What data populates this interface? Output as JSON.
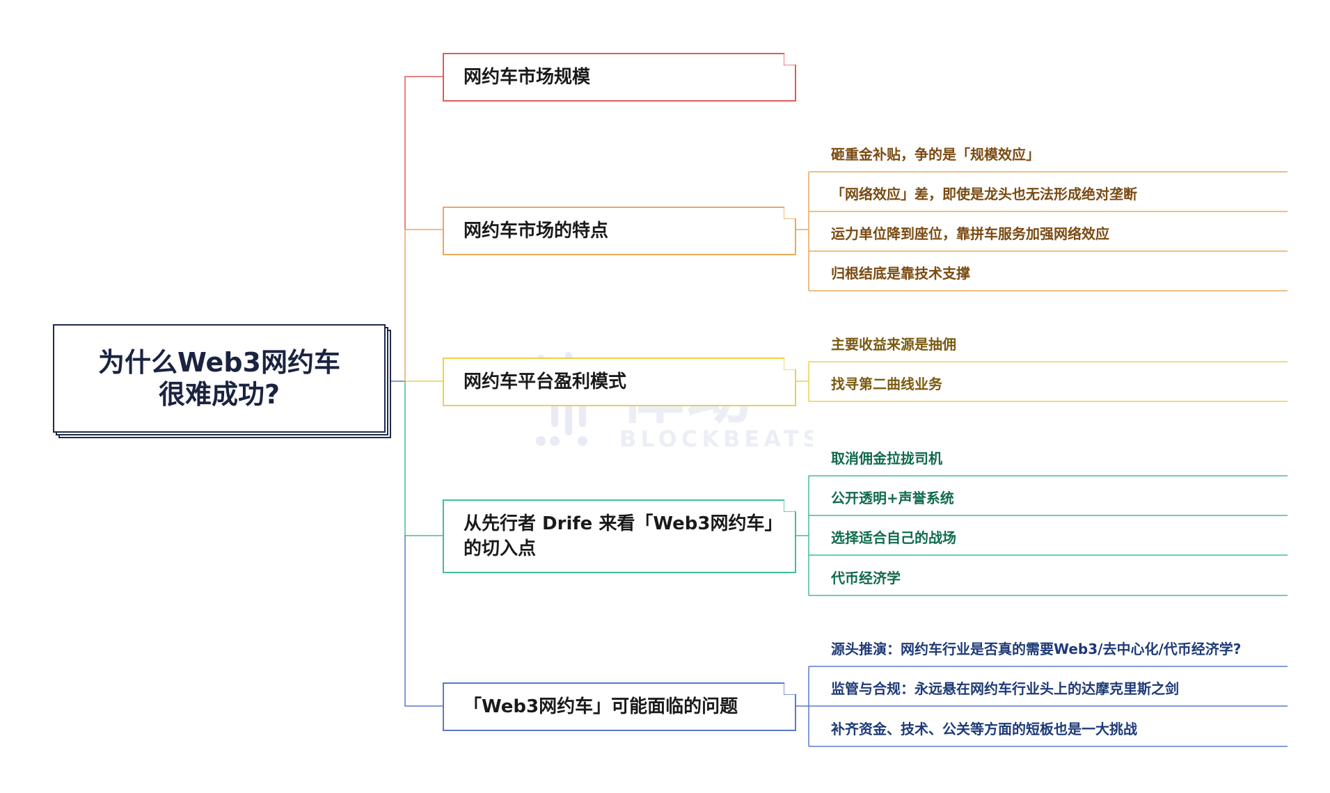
{
  "root": {
    "line1": "为什么Web3网约车",
    "line2": "很难成功?"
  },
  "branches": [
    {
      "label": "网约车市场规模",
      "color": "#e05a5a",
      "leaves": []
    },
    {
      "label": "网约车市场的特点",
      "color": "#e8a95a",
      "leaves": [
        "砸重金补贴，争的是「规模效应」",
        "「网络效应」差，即使是龙头也无法形成绝对垄断",
        "运力单位降到座位，靠拼车服务加强网络效应",
        "归根结底是靠技术支撑"
      ],
      "leaf_text_color": "#7a4a12"
    },
    {
      "label": "网约车平台盈利模式",
      "color": "#e8d24a",
      "leaves": [
        "主要收益来源是抽佣",
        "找寻第二曲线业务"
      ],
      "leaf_text_color": "#7a5a10"
    },
    {
      "label_line1": "从先行者 Drife 来看「Web3网约车」",
      "label_line2": "的切入点",
      "color": "#3fbf94",
      "leaves": [
        "取消佣金拉拢司机",
        "公开透明+声誉系统",
        "选择适合自己的战场",
        "代币经济学"
      ],
      "leaf_text_color": "#0f6b4a"
    },
    {
      "label": "「Web3网约车」可能面临的问题",
      "color": "#5a78c8",
      "leaves": [
        "源头推演：网约车行业是否真的需要Web3/去中心化/代币经济学?",
        "监管与合规：永远悬在网约车行业头上的达摩克里斯之剑",
        "补齐资金、技术、公关等方面的短板也是一大挑战"
      ],
      "leaf_text_color": "#1e3a78"
    }
  ],
  "watermark": {
    "cn": "律动",
    "en": "BLOCKBEATS"
  },
  "colors": {
    "root_border": "#1f2a4a"
  }
}
